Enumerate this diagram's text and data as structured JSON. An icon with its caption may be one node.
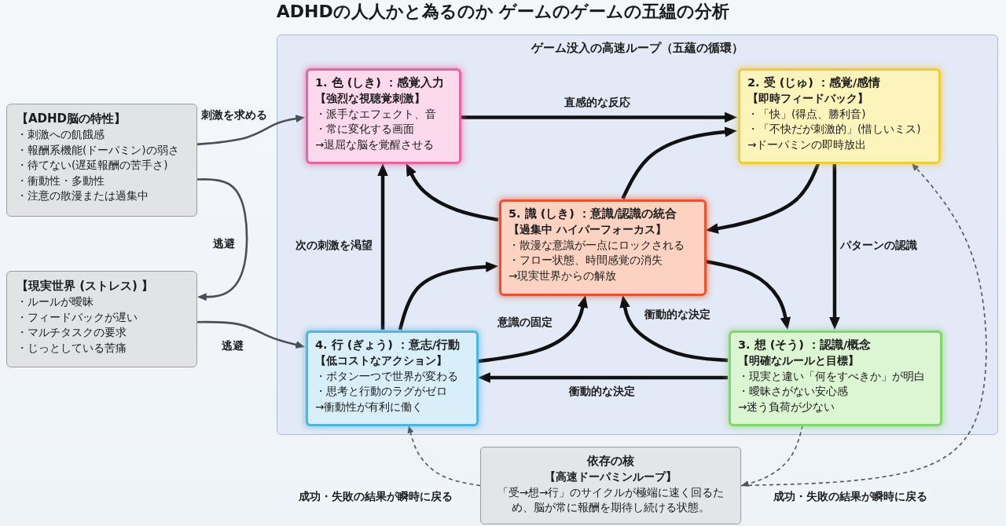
{
  "diagram": {
    "title": "ADHDの人人かと為るのか ゲームのゲームの五縕の分析",
    "nodes": [
      {
        "text": [
          "【ADHD脳の特性】",
          "・刺激への飢餓感",
          "・報酬系機能(ドーパミン)の弱さ",
          "・待てない(遅延報酬の苦手さ)",
          "・衝動性・多動性",
          "・注意の散漫または過集中"
        ]
      },
      {
        "text": [
          "【現実世界 (ストレス) 】",
          "・ルールが曖昧",
          "・フィードバックが遅い",
          "・マルチタスクの要求",
          "・じっとしている苦痛"
        ]
      },
      {
        "text": [
          "ゲーム没入の高速ループ（五蘊の循環）"
        ]
      },
      {
        "text": [
          "1. 色 (しき) ：感覚入力",
          "【強烈な視聴覚刺激】",
          "・派手なエフェクト、音",
          "・常に変化する画面",
          "→退屈な脳を覚醒させる"
        ],
        "in": 2
      },
      {
        "text": [
          "2. 受 (じゅ) ：感覚/感情",
          "【即時フィードバック】",
          "・「快」(得点、勝利音)",
          "・「不快だが刺激的」(惜しいミス)",
          "→ドーパミンの即時放出"
        ],
        "in": 2
      },
      {
        "text": [
          "5. 識 (しき) ：意識/認識の統合",
          "【過集中 ハイパーフォーカス】",
          "・散漫な意識が一点にロックされる",
          "・フロー状態、時間感覚の消失",
          "→現実世界からの解放"
        ],
        "in": 2
      },
      {
        "text": [
          "4. 行 (ぎょう) ：意志/行動",
          "【低コストなアクション】",
          "・ボタン一つで世界が変わる",
          "・思考と行動のラグがゼロ",
          "→衝動性が有利に働く"
        ],
        "in": 2
      },
      {
        "text": [
          "3. 想 (そう) ：認識/概念",
          "【明確なルールと目標】",
          "・現実と違い「何をすべきか」が明白",
          "・曖昧さがない安心感",
          "→迷う負荷が少ない"
        ],
        "in": 2
      },
      {
        "text": [
          "依存の核",
          "【高速ドーパミンループ】",
          "「受→想→行」のサイクルが極端に速く回るため、脳が常に報酬を期待し続ける状態。"
        ]
      }
    ],
    "edges": [
      {
        "from": 0,
        "to": 3,
        "arrow": "to",
        "label": "刺激を求める",
        "color": "#4a4e55"
      },
      {
        "from": 0,
        "to": 1,
        "arrow": "to",
        "label": "逃避",
        "color": "#4a4e55"
      },
      {
        "from": 1,
        "to": 6,
        "arrow": "to",
        "label": "逃避",
        "color": "#4a4e55"
      },
      {
        "from": 3,
        "to": 4,
        "arrow": "to",
        "label": "直感的な反応"
      },
      {
        "from": 4,
        "to": 7,
        "arrow": "to",
        "label": "パターンの認識"
      },
      {
        "from": 7,
        "to": 6,
        "arrow": "to",
        "label": "衝動的な決定"
      },
      {
        "from": 6,
        "to": 3,
        "arrow": "to",
        "label": "次の刺激を渇望"
      },
      {
        "from": 5,
        "to": 3,
        "arrow": "to"
      },
      {
        "from": 5,
        "to": 4,
        "arrow": "to"
      },
      {
        "from": 4,
        "to": 5,
        "arrow": "to"
      },
      {
        "from": 5,
        "to": 7,
        "arrow": "to"
      },
      {
        "from": 7,
        "to": 5,
        "arrow": "to",
        "label": "衝動的な決定"
      },
      {
        "from": 6,
        "to": 5,
        "arrow": "to"
      },
      {
        "from": 6,
        "to": 5,
        "arrow": "to",
        "label": "意識の固定"
      },
      {
        "from": 7,
        "to": 8,
        "arrow": "to",
        "style": "dashed",
        "color": "#50555c"
      },
      {
        "from": 8,
        "to": 4,
        "arrow": "to",
        "style": "dashed",
        "color": "#50555c",
        "label": "成功・失敗の結果が瞬時に戻る"
      },
      {
        "from": 8,
        "to": 6,
        "arrow": "to",
        "style": "dashed",
        "color": "#50555c",
        "label": "成功・失敗の結果が瞬時に戻る"
      }
    ]
  }
}
